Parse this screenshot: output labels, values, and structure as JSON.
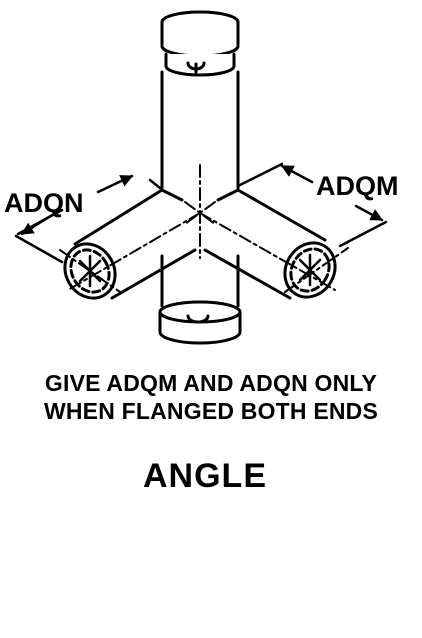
{
  "diagram": {
    "labels": {
      "left_dimension": "ADQN",
      "right_dimension": "ADQM"
    },
    "note": {
      "line1": "GIVE ADQM AND ADQN ONLY",
      "line2": "WHEN FLANGED BOTH ENDS"
    },
    "caption": "ANGLE",
    "colors": {
      "ink": "#000000",
      "background": "#ffffff"
    }
  }
}
